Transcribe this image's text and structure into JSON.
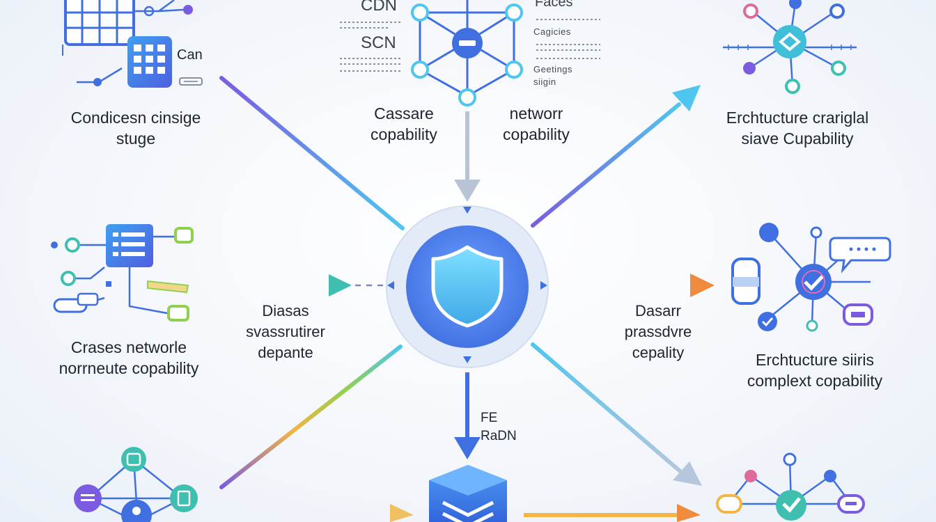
{
  "labels": {
    "top_left": [
      "Condicesn cinsige",
      "stuge"
    ],
    "top_center_left": [
      "Cassare",
      "copability"
    ],
    "top_center_right": [
      "networr",
      "copability"
    ],
    "top_right": [
      "Erchtucture crariglal",
      "siave Cupability"
    ],
    "mid_left": [
      "Crases networle",
      "norrneute copability"
    ],
    "mid_center_left": [
      "Diasas",
      "svassrutirer",
      "depante"
    ],
    "mid_center_right": [
      "Dasarr",
      "prassdvre",
      "cepality"
    ],
    "mid_right": [
      "Erchtucture siiris",
      "complext copability"
    ],
    "bottom_center": [
      "FE",
      "RaDN"
    ]
  },
  "icon_texts": {
    "can": "Can",
    "cdn": "CDN",
    "scn": "SCN",
    "faces": "Faces",
    "list": [
      "Cagicies",
      "Geetings",
      "siigin"
    ]
  },
  "colors": {
    "hub_outer": "#dfe8f7",
    "hub_inner": "#5b8cf0",
    "shield": "#4fc6ef",
    "blue": "#3f6fe0",
    "teal": "#3fbfb0",
    "purple": "#7b5ce0",
    "orange": "#f08a3c",
    "green": "#8fd14f"
  }
}
